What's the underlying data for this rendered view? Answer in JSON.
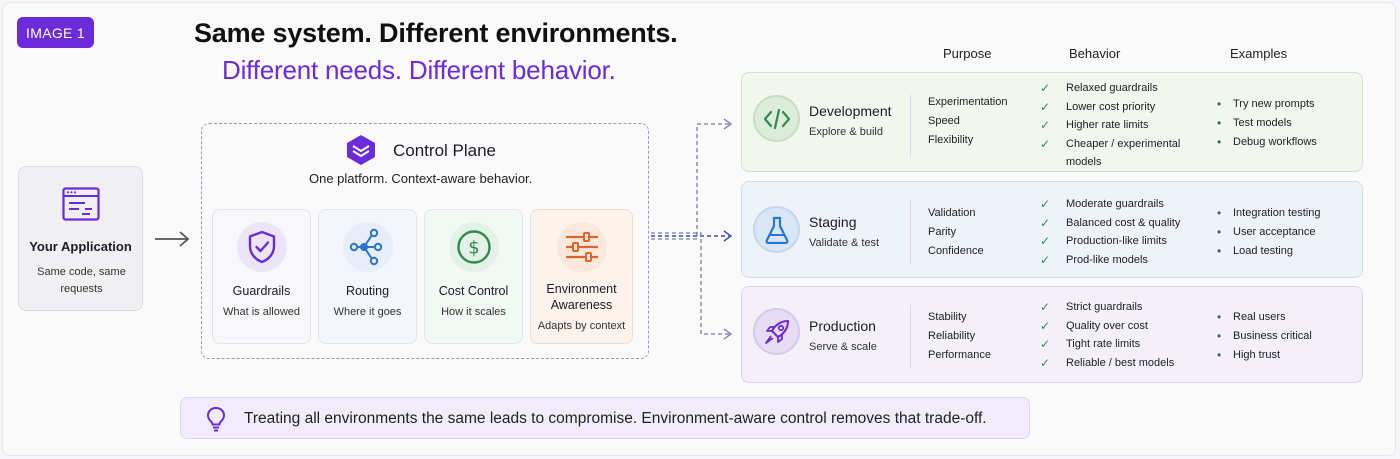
{
  "badge": "IMAGE 1",
  "title": {
    "line1": "Same system. Different environments.",
    "line2": "Different needs. Different behavior."
  },
  "columns": {
    "purpose": "Purpose",
    "behavior": "Behavior",
    "examples": "Examples"
  },
  "application": {
    "title": "Your Application",
    "subtitle": "Same code, same requests",
    "icon": "browser-window-icon"
  },
  "control_plane": {
    "title": "Control Plane",
    "subtitle": "One platform. Context-aware behavior.",
    "icon": "layers-icon",
    "cards": [
      {
        "title": "Guardrails",
        "subtitle": "What is allowed",
        "icon": "shield-check-icon",
        "color": "#6c2bd9"
      },
      {
        "title": "Routing",
        "subtitle": "Where it goes",
        "icon": "network-nodes-icon",
        "color": "#2a73d6"
      },
      {
        "title": "Cost Control",
        "subtitle": "How it scales",
        "icon": "dollar-coin-icon",
        "color": "#2e8b4e"
      },
      {
        "title": "Environment",
        "title2": "Awareness",
        "subtitle": "Adapts by context",
        "icon": "sliders-icon",
        "color": "#e0642a"
      }
    ]
  },
  "environments": [
    {
      "name": "Development",
      "subtitle": "Explore & build",
      "icon": "code-icon",
      "color": "#2e8b4e",
      "purpose": [
        "Experimentation",
        "Speed",
        "Flexibility"
      ],
      "behavior": [
        "Relaxed guardrails",
        "Lower cost priority",
        "Higher rate limits",
        "Cheaper / experimental",
        "models"
      ],
      "examples": [
        "Try new prompts",
        "Test models",
        "Debug workflows"
      ]
    },
    {
      "name": "Staging",
      "subtitle": "Validate & test",
      "icon": "flask-icon",
      "color": "#2a73d6",
      "purpose": [
        "Validation",
        "Parity",
        "Confidence"
      ],
      "behavior": [
        "Moderate guardrails",
        "Balanced cost & quality",
        "Production-like limits",
        "Prod-like models"
      ],
      "examples": [
        "Integration testing",
        "User acceptance",
        "Load testing"
      ]
    },
    {
      "name": "Production",
      "subtitle": "Serve & scale",
      "icon": "rocket-icon",
      "color": "#6c2bd9",
      "purpose": [
        "Stability",
        "Reliability",
        "Performance"
      ],
      "behavior": [
        "Strict guardrails",
        "Quality over cost",
        "Tight rate limits",
        "Reliable / best models"
      ],
      "examples": [
        "Real users",
        "Business critical",
        "High trust"
      ]
    }
  ],
  "banner": {
    "icon": "lightbulb-icon",
    "text": "Treating all environments the same leads to compromise. Environment-aware control removes that trade-off."
  }
}
